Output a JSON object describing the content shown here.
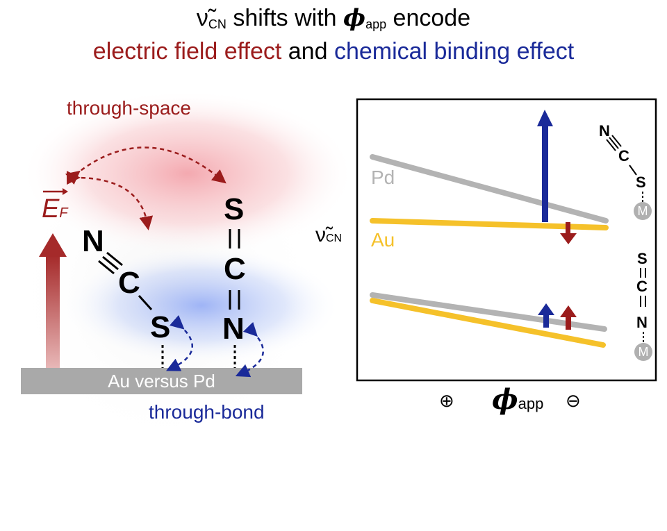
{
  "title": {
    "nu_symbol": "ν̃",
    "nu_sub": "CN",
    "line1_mid": " shifts with ",
    "phi_symbol": "ϕ",
    "phi_sub": "app",
    "line1_end": " encode",
    "line2_field": "electric field effect",
    "line2_and": " and ",
    "line2_binding": "chemical binding effect"
  },
  "left_panel": {
    "through_space": "through-space",
    "through_bond": "through-bond",
    "surface_label": "Au versus Pd",
    "field_symbol": "E",
    "field_sub": "F",
    "molecule1_atoms": [
      "N",
      "C",
      "S"
    ],
    "molecule2_atoms": [
      "S",
      "C",
      "N"
    ]
  },
  "right_panel": {
    "y_axis_symbol": "ν̃",
    "y_axis_sub": "CN",
    "x_axis_symbol": "ϕ",
    "x_axis_sub": "app",
    "x_left_sign": "⊕",
    "x_right_sign": "⊖",
    "pd_label": "Pd",
    "au_label": "Au",
    "pd_color": "#b3b3b3",
    "au_color": "#f5c12a",
    "metal_label": "M",
    "inset_top_atoms": [
      "N",
      "C",
      "S"
    ],
    "inset_bottom_atoms": [
      "S",
      "C",
      "N"
    ]
  },
  "colors": {
    "field_red": "#9b1c1c",
    "binding_blue": "#1a2a99"
  }
}
